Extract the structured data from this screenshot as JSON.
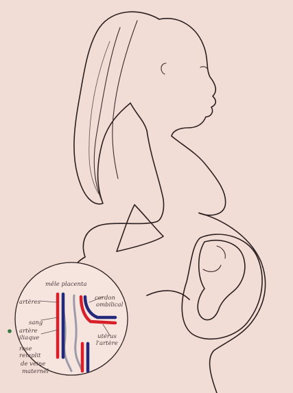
{
  "labels": {
    "title": "mêle placenta",
    "arteries_left": "artères",
    "cordon": "cordon",
    "ombilical": "ombilical",
    "sang": "sang",
    "artere_iliaque_1": "artère",
    "artere_iliaque_2": "iliaque",
    "uterus": "utérus",
    "artere_right": "l'artère",
    "rose_1": "rose",
    "rose_2": "remplit",
    "veine_1": "de veine",
    "veine_2": "maternel"
  },
  "colors": {
    "background": "#f2dcd6",
    "ink": "#2a1e1e",
    "artery": "#d8202a",
    "vein": "#23287a",
    "dot": "#2f7a3a"
  }
}
